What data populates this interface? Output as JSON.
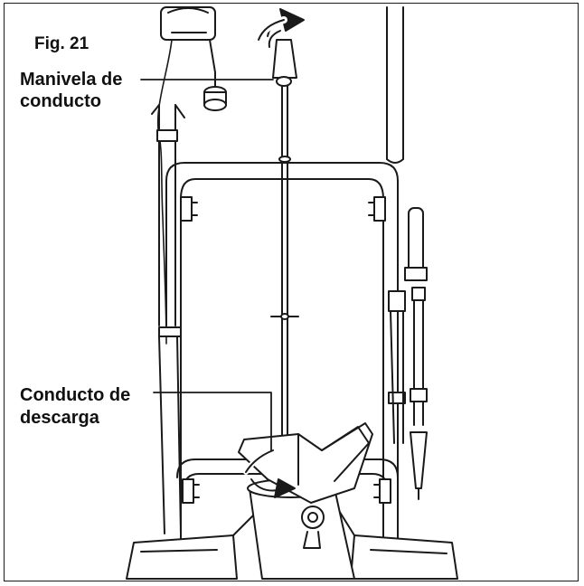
{
  "figure": {
    "label": "Fig. 21",
    "callouts": {
      "chute_handle_line1": "Manivela de",
      "chute_handle_line2": "conducto",
      "discharge_chute_line1": "Conducto de",
      "discharge_chute_line2": "descarga"
    }
  },
  "colors": {
    "line": "#1a1a1a",
    "fill": "#ffffff",
    "shade": "#e9e9e9"
  }
}
